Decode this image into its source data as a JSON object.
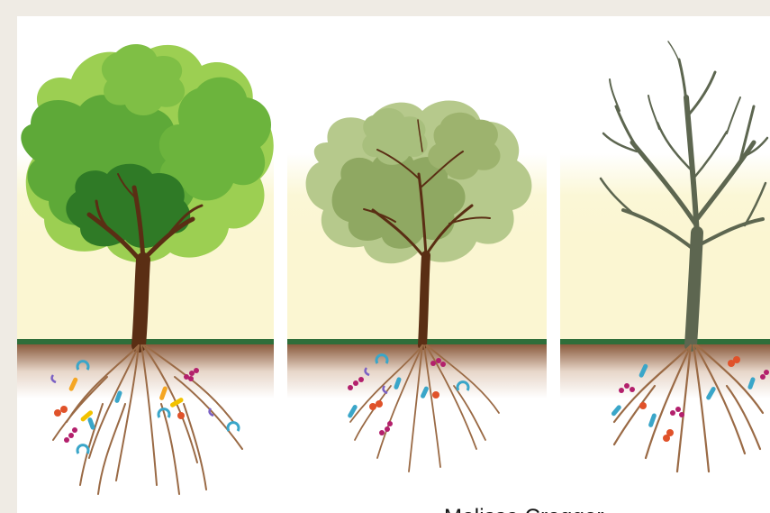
{
  "figure": {
    "credit": "Melissa Cregger",
    "panels": [
      {
        "name": "healthy-tree",
        "state": "full green canopy"
      },
      {
        "name": "stressed-tree",
        "state": "pale sparse canopy"
      },
      {
        "name": "dead-tree",
        "state": "bare branches"
      }
    ]
  },
  "colors": {
    "sky_band": "#fbf7d6",
    "ground_line": "#2f6e3a",
    "soil_top": "#8a5a3c",
    "trunk_healthy": "#5a2e14",
    "trunk_dead": "#5d6650",
    "roots": "#9a6a45",
    "canopy_healthy": [
      "#9ccf52",
      "#5ea938",
      "#2f7a26"
    ],
    "canopy_stressed": [
      "#b6c98c",
      "#8fa862"
    ]
  }
}
